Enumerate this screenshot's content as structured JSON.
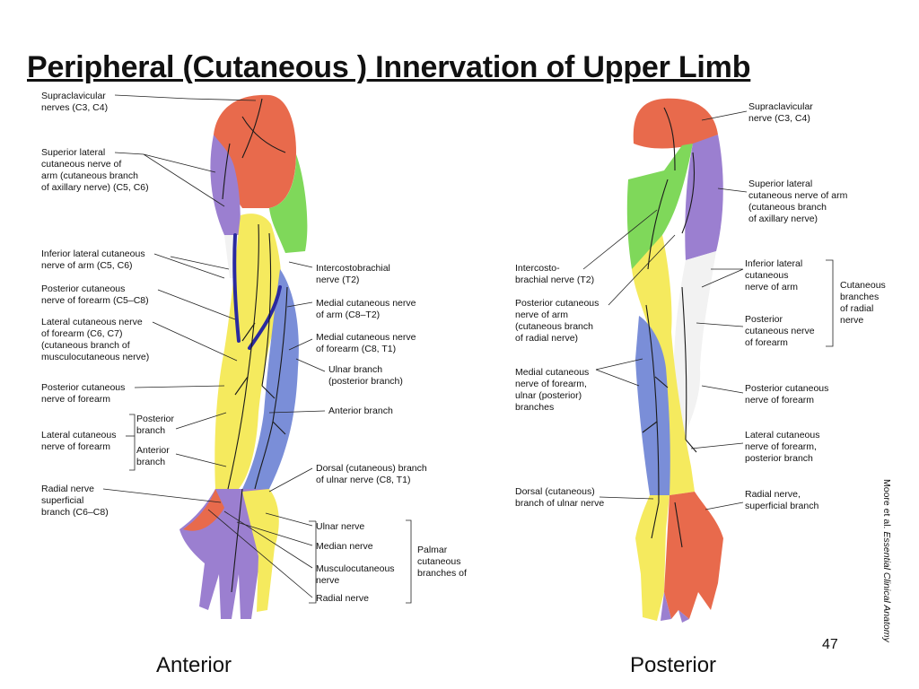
{
  "title": "Peripheral (Cutaneous ) Innervation of Upper Limb",
  "captions": {
    "anterior": "Anterior",
    "posterior": "Posterior"
  },
  "credit": {
    "authors": "Moore et al. ",
    "book": "Essential Clinical Anatomy"
  },
  "page_number": "47",
  "colors": {
    "orange": "#e86a4c",
    "purple": "#9b7fd0",
    "green": "#7fd85a",
    "yellow": "#f5ea5e",
    "blue": "#7a8ed8",
    "white": "#f2f2f2",
    "vein": "#2a2aa0"
  },
  "anterior_labels": {
    "supraclavicular": [
      "Supraclavicular",
      "nerves (C3, C4)"
    ],
    "superior_lateral": [
      "Superior lateral",
      "cutaneous nerve of",
      "arm (cutaneous branch",
      "of axillary nerve) (C5, C6)"
    ],
    "inferior_lateral": [
      "Inferior lateral cutaneous",
      "nerve of arm  (C5, C6)"
    ],
    "posterior_cutaneous_forearm_1": [
      "Posterior cutaneous",
      "nerve of forearm (C5–C8)"
    ],
    "lateral_cutaneous_forearm_1": [
      "Lateral cutaneous nerve",
      "of forearm (C6, C7)",
      "(cutaneous branch of",
      "musculocutaneous nerve)"
    ],
    "posterior_cutaneous_forearm_2": [
      "Posterior cutaneous",
      "nerve of forearm"
    ],
    "lateral_cutaneous_forearm_2": [
      "Lateral cutaneous",
      "nerve of forearm"
    ],
    "posterior_branch": [
      "Posterior",
      "branch"
    ],
    "anterior_branch_small": [
      "Anterior",
      "branch"
    ],
    "radial_superficial": [
      "Radial nerve",
      "superficial",
      "branch (C6–C8)"
    ],
    "intercostobrachial": [
      "Intercostobrachial",
      "nerve (T2)"
    ],
    "medial_cutaneous_arm": [
      "Medial cutaneous nerve",
      "of arm (C8–T2)"
    ],
    "medial_cutaneous_forearm": [
      "Medial cutaneous nerve",
      "of forearm (C8, T1)"
    ],
    "ulnar_branch": [
      "Ulnar branch",
      "(posterior branch)"
    ],
    "anterior_branch": [
      "Anterior branch"
    ],
    "dorsal_ulnar": [
      "Dorsal (cutaneous) branch",
      "of ulnar nerve (C8, T1)"
    ],
    "ulnar_nerve": [
      "Ulnar nerve"
    ],
    "median_nerve": [
      "Median nerve"
    ],
    "musculocutaneous": [
      "Musculocutaneous",
      "nerve"
    ],
    "radial_nerve": [
      "Radial nerve"
    ],
    "palmar": [
      "Palmar",
      "cutaneous",
      "branches of"
    ]
  },
  "posterior_labels": {
    "supraclavicular": [
      "Supraclavicular",
      "nerve (C3, C4)"
    ],
    "superior_lateral": [
      "Superior lateral",
      "cutaneous nerve of arm",
      "(cutaneous branch",
      "of axillary nerve)"
    ],
    "inferior_lateral": [
      "Inferior lateral",
      "cutaneous",
      "nerve of arm"
    ],
    "cutaneous_radial": [
      "Cutaneous",
      "branches",
      "of radial",
      "nerve"
    ],
    "posterior_cutaneous_forearm_1": [
      "Posterior",
      "cutaneous nerve",
      "of forearm"
    ],
    "posterior_cutaneous_forearm_2": [
      "Posterior cutaneous",
      "nerve of forearm"
    ],
    "lateral_cutaneous": [
      "Lateral cutaneous",
      "nerve of forearm,",
      "posterior branch"
    ],
    "radial_superficial": [
      "Radial nerve,",
      "superficial branch"
    ],
    "intercostobrachial": [
      "Intercosto-",
      "brachial nerve (T2)"
    ],
    "posterior_cutaneous_arm": [
      "Posterior cutaneous",
      "nerve of arm",
      "(cutaneous branch",
      "of radial nerve)"
    ],
    "medial_cutaneous_forearm": [
      "Medial cutaneous",
      "nerve of forearm,",
      "ulnar (posterior)",
      "branches"
    ],
    "dorsal_ulnar": [
      "Dorsal (cutaneous)",
      "branch of ulnar nerve"
    ]
  }
}
